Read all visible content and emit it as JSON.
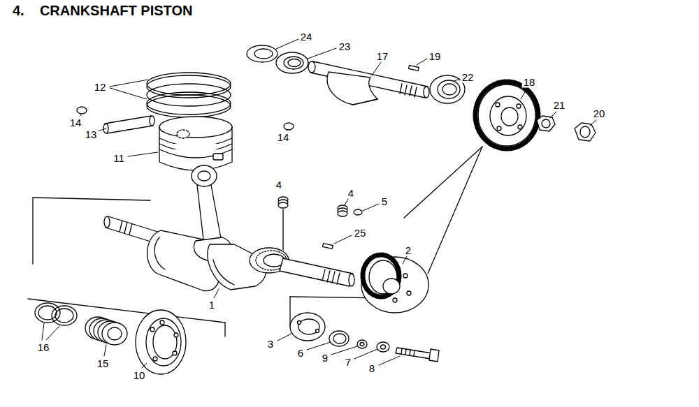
{
  "diagram": {
    "title": "4.    CRANKSHAFT PISTON",
    "labels": [
      "24",
      "23",
      "17",
      "19",
      "12",
      "22",
      "18",
      "14",
      "13",
      "21",
      "20",
      "14",
      "11",
      "4",
      "4",
      "5",
      "25",
      "2",
      "1",
      "3",
      "6",
      "9",
      "7",
      "8",
      "16",
      "15",
      "10"
    ]
  }
}
